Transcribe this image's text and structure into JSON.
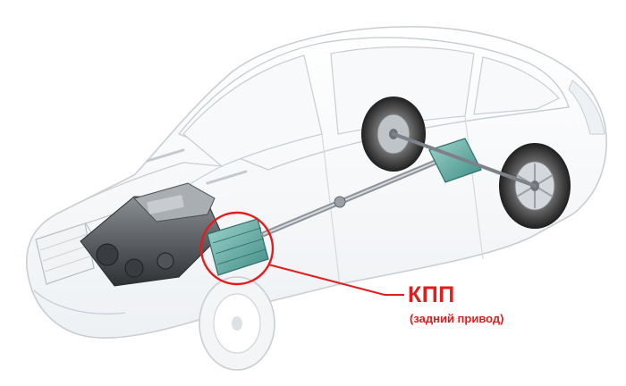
{
  "callout": {
    "title": "КПП",
    "subtitle": "(задний привод)"
  },
  "colors": {
    "accent": "#e21d1d",
    "body_line": "#c9ced3",
    "drivetrain": "#5aa6a0",
    "tire": "#2b2b2b"
  },
  "icons": {
    "car": "car-cutaway-illustration"
  }
}
